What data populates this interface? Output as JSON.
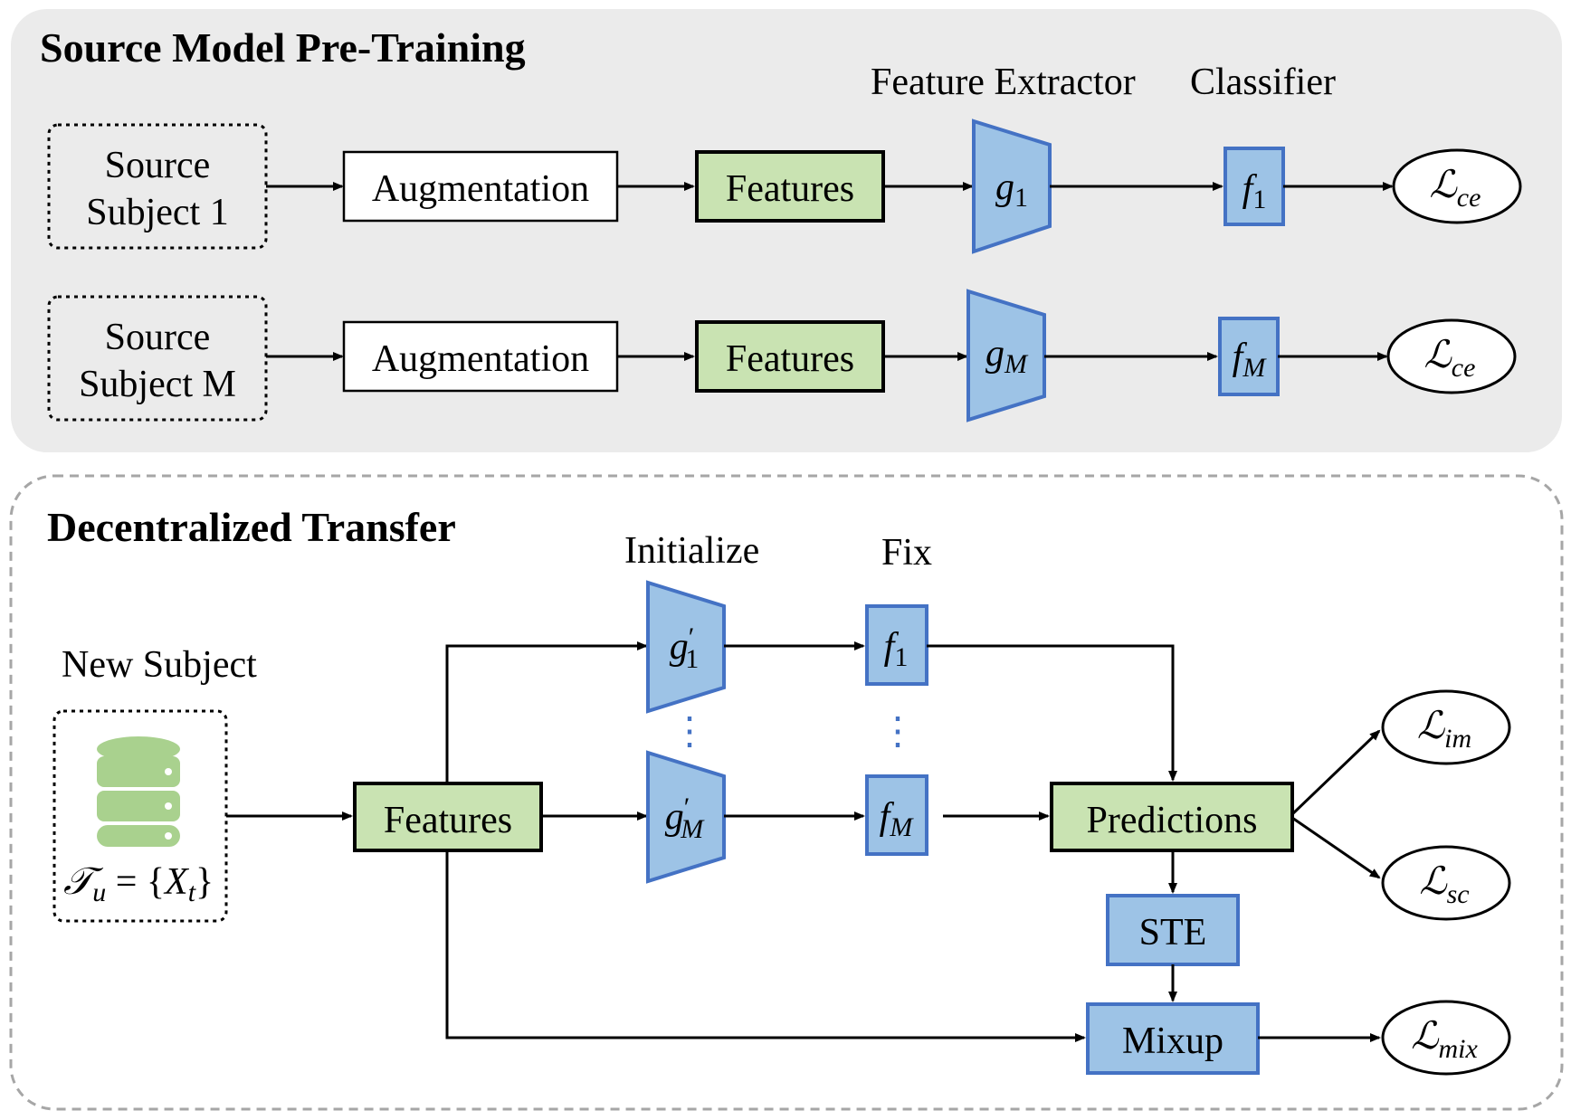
{
  "sections": {
    "pretraining": {
      "title": "Source Model Pre-Training"
    },
    "transfer": {
      "title": "Decentralized Transfer"
    }
  },
  "header_labels": {
    "feature_extractor": "Feature Extractor",
    "classifier": "Classifier",
    "initialize": "Initialize",
    "fix": "Fix",
    "new_subject": "New Subject"
  },
  "pretraining_rows": [
    {
      "source_line1": "Source",
      "source_line2": "Subject 1",
      "augmentation": "Augmentation",
      "features": "Features",
      "extractor": {
        "base": "g",
        "sub": "1"
      },
      "classifier": {
        "base": "f",
        "sub": "1"
      },
      "loss": {
        "base": "ℒ",
        "sub": "ce"
      }
    },
    {
      "source_line1": "Source",
      "source_line2": "Subject M",
      "augmentation": "Augmentation",
      "features": "Features",
      "extractor": {
        "base": "g",
        "sub": "M"
      },
      "classifier": {
        "base": "f",
        "sub": "M"
      },
      "loss": {
        "base": "ℒ",
        "sub": "ce"
      }
    }
  ],
  "transfer": {
    "dataset": {
      "set": "𝒯",
      "set_sub": "u",
      "eq": " = {",
      "var": "X",
      "var_sub": "t",
      "close": "}"
    },
    "features": "Features",
    "extractor_top": {
      "base": "g",
      "prime": "′",
      "sub": "1"
    },
    "extractor_bottom": {
      "base": "g",
      "prime": "′",
      "sub": "M"
    },
    "classifier_top": {
      "base": "f",
      "sub": "1"
    },
    "classifier_bottom": {
      "base": "f",
      "sub": "M"
    },
    "ellipsis": "⋮",
    "predictions": "Predictions",
    "ste": "STE",
    "mixup": "Mixup",
    "losses": [
      {
        "base": "ℒ",
        "sub": "im"
      },
      {
        "base": "ℒ",
        "sub": "sc"
      },
      {
        "base": "ℒ",
        "sub": "mix"
      }
    ]
  },
  "colors": {
    "panel_fill": "#ebebeb",
    "feature_green": "#c9e3b2",
    "module_blue": "#9dc3e6",
    "module_blue_stroke": "#4472c4",
    "db_green": "#a9d18e"
  }
}
